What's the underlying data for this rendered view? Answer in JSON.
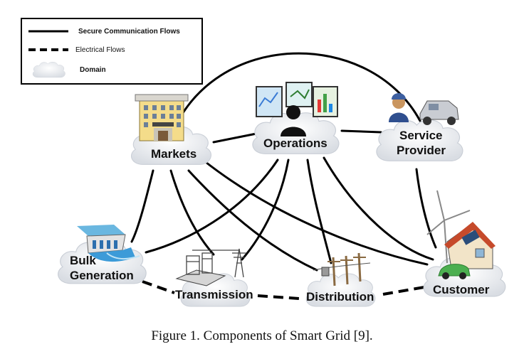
{
  "legend": {
    "secure_label": "Secure Communication Flows",
    "electrical_label": "Electrical Flows",
    "domain_label": "Domain"
  },
  "nodes": {
    "markets": "Markets",
    "operations": "Operations",
    "service_provider_line1": "Service",
    "service_provider_line2": "Provider",
    "bulk_line1": "Bulk",
    "bulk_line2": "Generation",
    "transmission": "Transmission",
    "distribution": "Distribution",
    "customer": "Customer"
  },
  "caption": "Figure 1.   Components of Smart Grid [9].",
  "icons": {
    "markets": "office-building-icon",
    "operations": "control-room-icon",
    "service_provider": "technician-truck-icon",
    "bulk_generation": "hydro-dam-icon",
    "transmission": "substation-icon",
    "distribution": "utility-pole-icon",
    "customer": "house-windturbine-car-icon"
  },
  "colors": {
    "cloud": "#eef0f3",
    "line": "#000000"
  }
}
